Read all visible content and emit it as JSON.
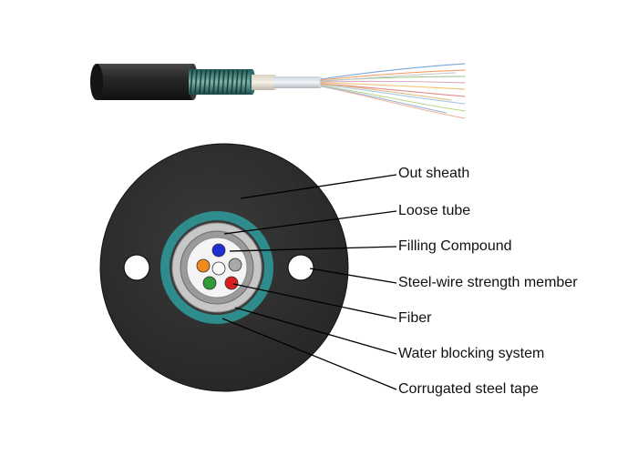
{
  "labels": {
    "out_sheath": "Out sheath",
    "loose_tube": "Loose tube",
    "filling_compound": "Filling Compound",
    "steel_wire_strength_member": "Steel-wire strength member",
    "fiber": "Fiber",
    "water_blocking_system": "Water blocking system",
    "corrugated_steel_tape": "Corrugated steel tape"
  },
  "colors": {
    "sheath": "#2f2f2f",
    "water_blocking": "#2f8c8c",
    "steel_tape": "#c7c7c7",
    "loose_tube": "#9a9a9a",
    "filling": "#f4f4f4",
    "fiber_blue": "#1f2fd6",
    "fiber_orange": "#f08a1c",
    "fiber_grey": "#a8a8a8",
    "fiber_green": "#2f9a36",
    "fiber_red": "#d81e1e",
    "fiber_white": "#ffffff"
  }
}
